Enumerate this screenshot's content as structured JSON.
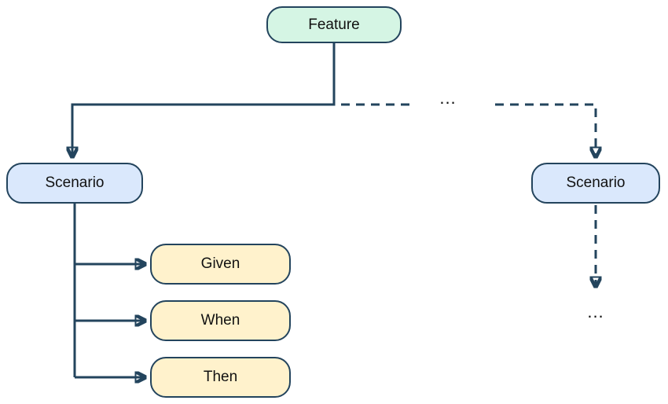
{
  "diagram": {
    "nodes": {
      "feature": {
        "label": "Feature",
        "fill": "#d5f5e4"
      },
      "scenario_left": {
        "label": "Scenario",
        "fill": "#dae8fc"
      },
      "scenario_right": {
        "label": "Scenario",
        "fill": "#dae8fc"
      },
      "given": {
        "label": "Given",
        "fill": "#fff2cc"
      },
      "when": {
        "label": "When",
        "fill": "#fff2cc"
      },
      "then": {
        "label": "Then",
        "fill": "#fff2cc"
      }
    },
    "ellipsis": {
      "top": "...",
      "bottom": "..."
    },
    "colors": {
      "border": "#23445d",
      "connector": "#23445d",
      "background": "#ffffff"
    }
  }
}
